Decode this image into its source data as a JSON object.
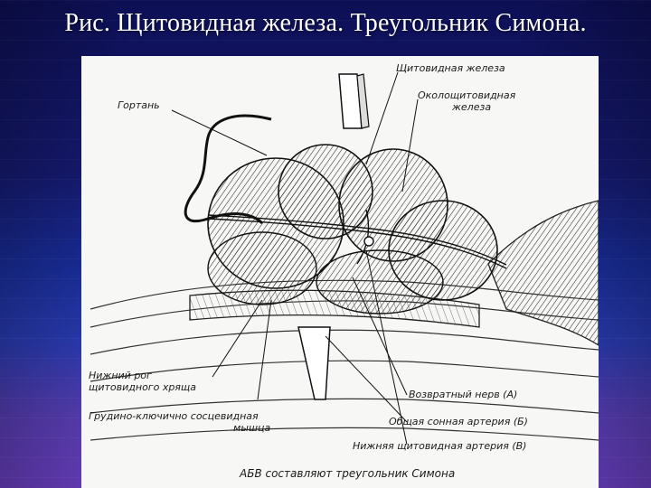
{
  "title": "Рис. Щитовидная железа. Треугольник Симона.",
  "figure": {
    "labels": {
      "larynx": "Гортань",
      "thyroid": "Щитовидная железа",
      "parathyroid_line1": "Околощитовидная",
      "parathyroid_line2": "железа",
      "lower_horn_line1": "Нижний рог",
      "lower_horn_line2": "щитовидного хряща",
      "scm_line1": "Грудино-ключично сосцевидная",
      "scm_line2": "мышца",
      "recurrent_nerve": "Возвратный нерв (А)",
      "common_carotid": "Общая сонная артерия (Б)",
      "inferior_thyroid": "Нижняя щитовидная артерия (В)",
      "caption": "АБВ составляют треугольник Симона"
    }
  }
}
